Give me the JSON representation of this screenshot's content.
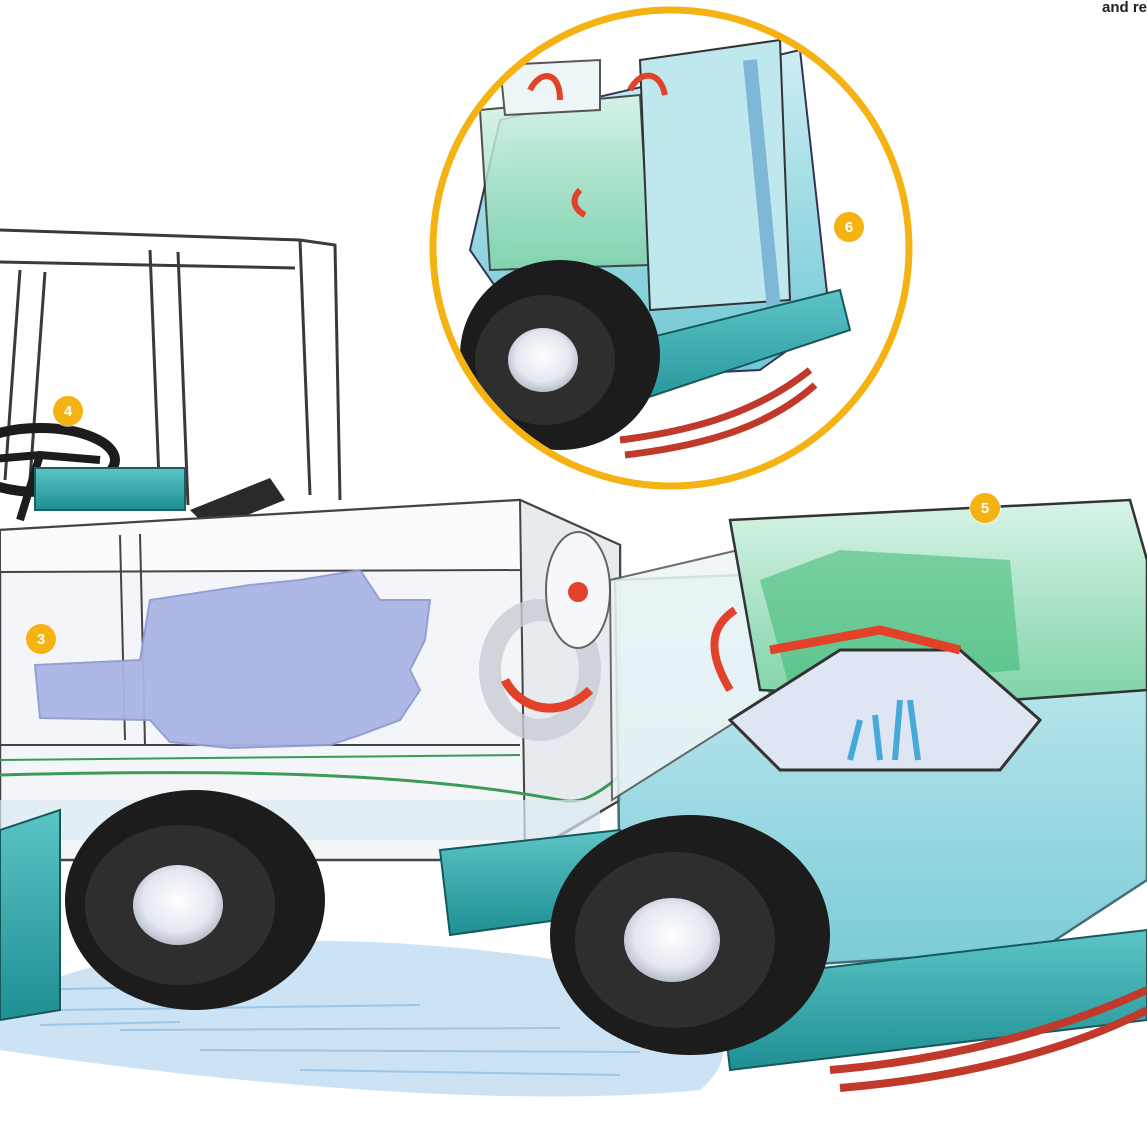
{
  "header": {
    "corner_text": "and re"
  },
  "callouts": [
    {
      "id": "3",
      "label": "3",
      "refers_to": "engine"
    },
    {
      "id": "4",
      "label": "4",
      "refers_to": "cab-steering"
    },
    {
      "id": "5",
      "label": "5",
      "refers_to": "conditioner-water-tank"
    },
    {
      "id": "6",
      "label": "6",
      "refers_to": "inset-tank-detail"
    }
  ],
  "colors": {
    "accent": "#f5b213",
    "teal_body": "#2aa6a8",
    "water": "#9fd6e6",
    "engine": "#a9b6e6",
    "tire": "#1c1c1c",
    "arrow": "#e2422a",
    "blade": "#c0392b"
  }
}
